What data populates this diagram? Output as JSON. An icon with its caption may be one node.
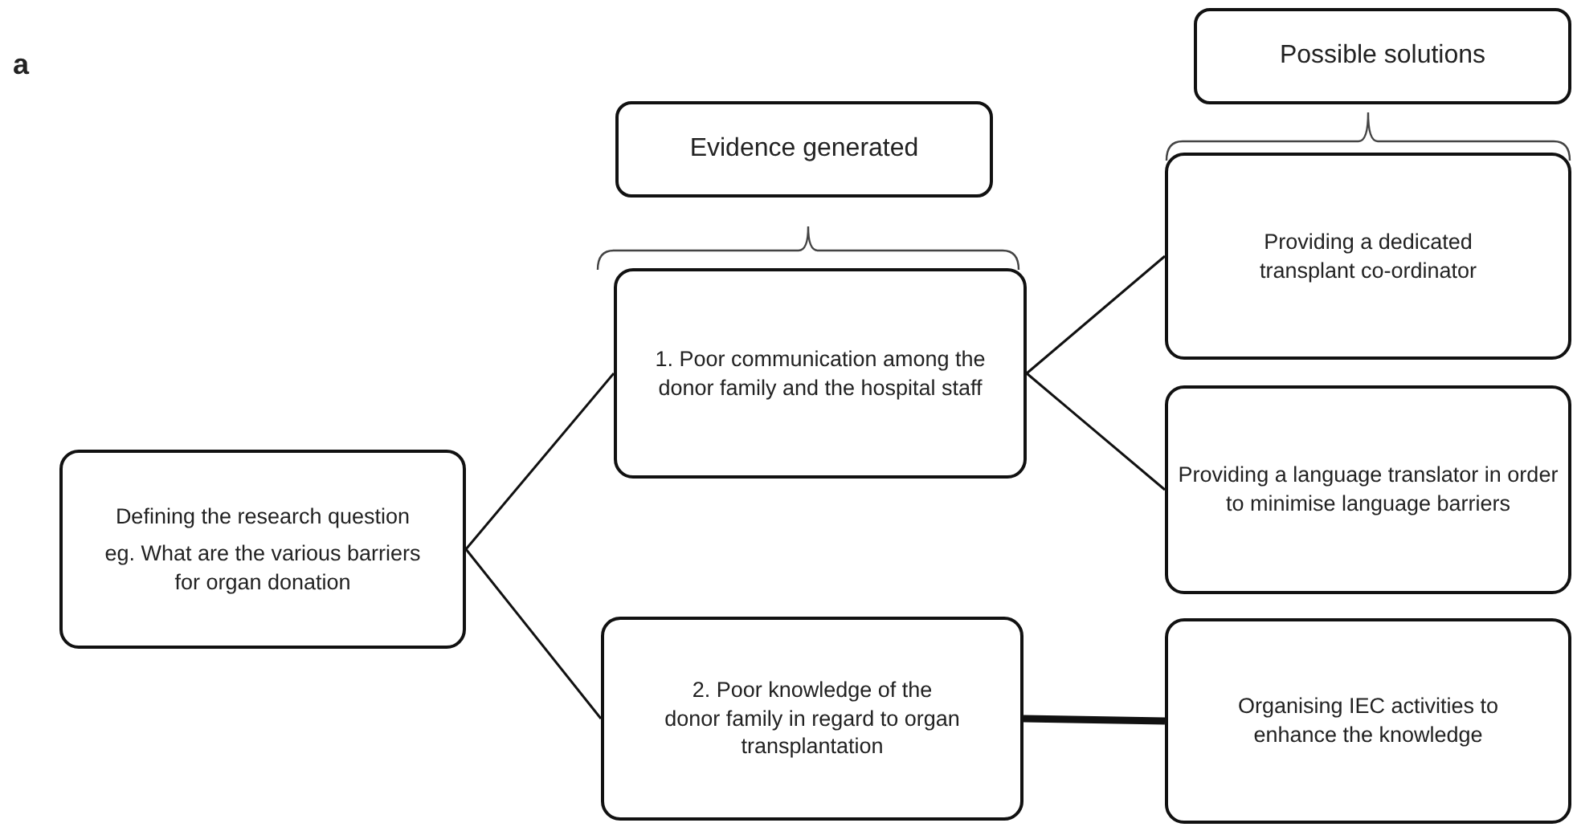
{
  "diagram": {
    "nodes": [
      {
        "text": [
          "Possible solutions"
        ]
      },
      {
        "text": [
          "Evidence generated"
        ]
      },
      {
        "text": [
          "Defining the research question",
          "eg. What are the various barriers for organ donation"
        ]
      },
      {
        "text": [
          "1. Poor communication among the donor family and the hospital staff"
        ]
      },
      {
        "text": [
          "2. Poor knowledge of the donor family in regard to organ transplantation"
        ]
      },
      {
        "text": [
          "Providing a dedicated transplant co-ordinator"
        ]
      },
      {
        "text": [
          "Providing a language translator in order to minimise language barriers"
        ]
      },
      {
        "text": [
          "Organising IEC activities to enhance the knowledge"
        ]
      }
    ],
    "edges": [
      {
        "from": 2,
        "to": 3,
        "arrow": "none"
      },
      {
        "from": 2,
        "to": 4,
        "arrow": "none"
      },
      {
        "from": 3,
        "to": 5,
        "arrow": "none"
      },
      {
        "from": 3,
        "to": 6,
        "arrow": "none"
      },
      {
        "from": 4,
        "to": 7,
        "arrow": "none",
        "style": "thick"
      }
    ],
    "labels": [
      "a"
    ]
  }
}
